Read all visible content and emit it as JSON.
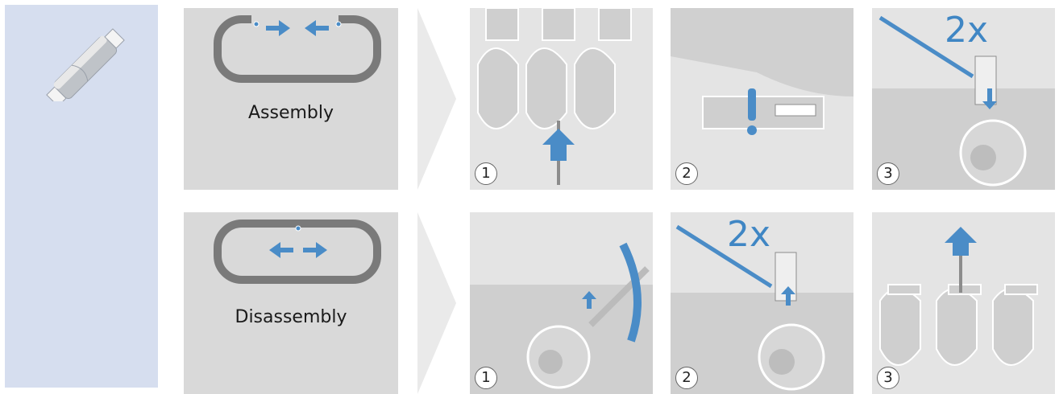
{
  "section_icon": "chain-link-icon",
  "rows": [
    {
      "label": "Assembly",
      "steps": [
        {
          "number": "1"
        },
        {
          "number": "2"
        },
        {
          "number": "3",
          "note": "2x"
        }
      ]
    },
    {
      "label": "Disassembly",
      "steps": [
        {
          "number": "1"
        },
        {
          "number": "2",
          "note": "2x"
        },
        {
          "number": "3"
        }
      ]
    }
  ],
  "colors": {
    "accent": "#4a8cc7",
    "chain": "#7a7a7a",
    "sidebar": "#d6deef"
  }
}
